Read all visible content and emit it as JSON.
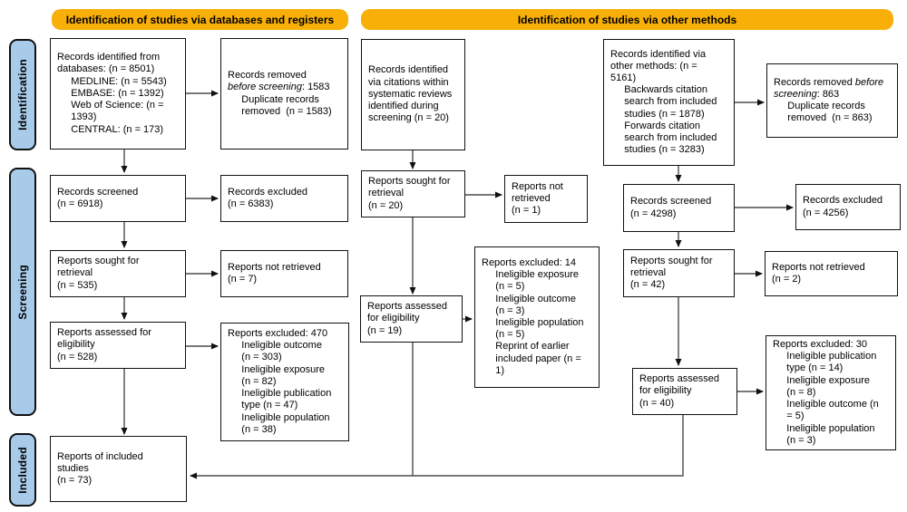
{
  "headers": {
    "left": "Identification of studies via databases and registers",
    "right": "Identification of studies via other methods"
  },
  "side_labels": {
    "identification": "Identification",
    "screening": "Screening",
    "included": "Included"
  },
  "colors": {
    "banner": "#F8B008",
    "side_label": "#A9CBEA",
    "box_border": "#111111",
    "arrow": "#4B4B4B"
  },
  "boxes": {
    "db_identified": "Records identified from\ndatabases: (n = 8501)\n     MEDLINE: (n = 5543)\n     EMBASE: (n = 1392)\n     Web of Science: (n =\n     1393)\n     CENTRAL: (n = 173)",
    "db_removed_prefix": "Records removed\n",
    "db_removed_italic": "before screening",
    "db_removed_suffix": ": 1583\n     Duplicate records\n     removed  (n = 1583)",
    "db_screened": "Records screened\n(n = 6918)",
    "db_excluded": "Records excluded\n(n = 6383)",
    "db_sought": "Reports sought for\nretrieval\n(n = 535)",
    "db_not_retrieved": "Reports not retrieved\n(n = 7)",
    "db_assessed": "Reports assessed for\neligibility\n(n = 528)",
    "db_excluded_reasons": "Reports excluded: 470\n     Ineligible outcome\n     (n = 303)\n     Ineligible exposure\n     (n = 82)\n     Ineligible publication\n     type (n = 47)\n     Ineligible population\n     (n = 38)",
    "included": "Reports of included\nstudies\n(n = 73)",
    "cit_identified": "Records identified\nvia citations within\nsystematic reviews\nidentified during\nscreening (n = 20)",
    "cit_sought": "Reports sought for\nretrieval\n(n = 20)",
    "cit_not_retrieved": "Reports not\nretrieved\n(n = 1)",
    "cit_assessed": "Reports assessed\nfor eligibility\n(n = 19)",
    "cit_excluded_reasons": "Reports excluded: 14\n     Ineligible exposure\n     (n = 5)\n     Ineligible outcome\n     (n = 3)\n     Ineligible population\n     (n = 5)\n     Reprint of earlier\n     included paper (n =\n     1)",
    "other_identified": "Records identified via\nother methods: (n =\n5161)\n     Backwards citation\n     search from included\n     studies (n = 1878)\n     Forwards citation\n     search from included\n     studies (n = 3283)",
    "other_removed_prefix": "Records removed ",
    "other_removed_italic": "before\nscreening",
    "other_removed_suffix": ": 863\n     Duplicate records\n     removed  (n = 863)",
    "other_screened": "Records screened\n(n = 4298)",
    "other_excluded": "Records excluded\n(n = 4256)",
    "other_sought": "Reports sought for\nretrieval\n(n = 42)",
    "other_not_retrieved": "Reports not retrieved\n(n = 2)",
    "other_assessed": "Reports assessed\nfor eligibility\n(n = 40)",
    "other_excluded_reasons": "Reports excluded: 30\n     Ineligible publication\n     type (n = 14)\n     Ineligible exposure\n     (n = 8)\n     Ineligible outcome (n\n     = 5)\n     Ineligible population\n     (n = 3)"
  }
}
